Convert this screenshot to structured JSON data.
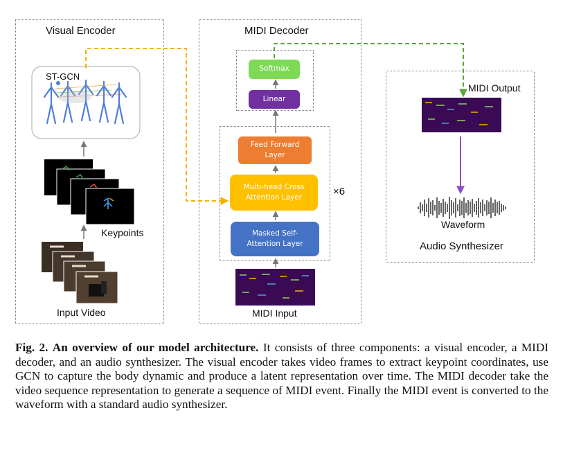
{
  "visual_encoder": {
    "title": "Visual Encoder",
    "stgcn_label": "ST-GCN",
    "keypoints_label": "Keypoints",
    "input_video_label": "Input Video"
  },
  "midi_decoder": {
    "title": "MIDI Decoder",
    "softmax": "Softmax",
    "linear": "Linear",
    "feed_forward": "Feed Forward\nLayer",
    "cross_attention": "Multi-head Cross\nAttention Layer",
    "self_attention": "Masked Self-\nAttention Layer",
    "repeat": "×6",
    "midi_input_label": "MIDI Input"
  },
  "audio_synthesizer": {
    "title": "Audio Synthesizer",
    "midi_output_label": "MIDI Output",
    "waveform_label": "Waveform"
  },
  "caption": {
    "figure_label": "Fig. 2.",
    "bold_title": "An overview of our model architecture.",
    "text": "It consists of three components: a visual encoder, a MIDI decoder, and an audio synthesizer. The visual encoder takes video frames to extract keypoint coordinates, use GCN to capture the body dynamic and produce a latent representation over time. The MIDI decoder take the video sequence representation to generate a sequence of MIDI event. Finally the MIDI event is converted to the waveform with a standard audio synthesizer."
  },
  "colors": {
    "softmax": "#7ed957",
    "linear": "#7030a0",
    "feed_forward": "#ed7d31",
    "cross_attention": "#ffc000",
    "self_attention": "#4472c4",
    "yellow_arrow": "#f0b400",
    "green_arrow": "#5aa63c",
    "purple_arrow": "#8a4fc1",
    "midi_bg": "#3a0a55"
  }
}
